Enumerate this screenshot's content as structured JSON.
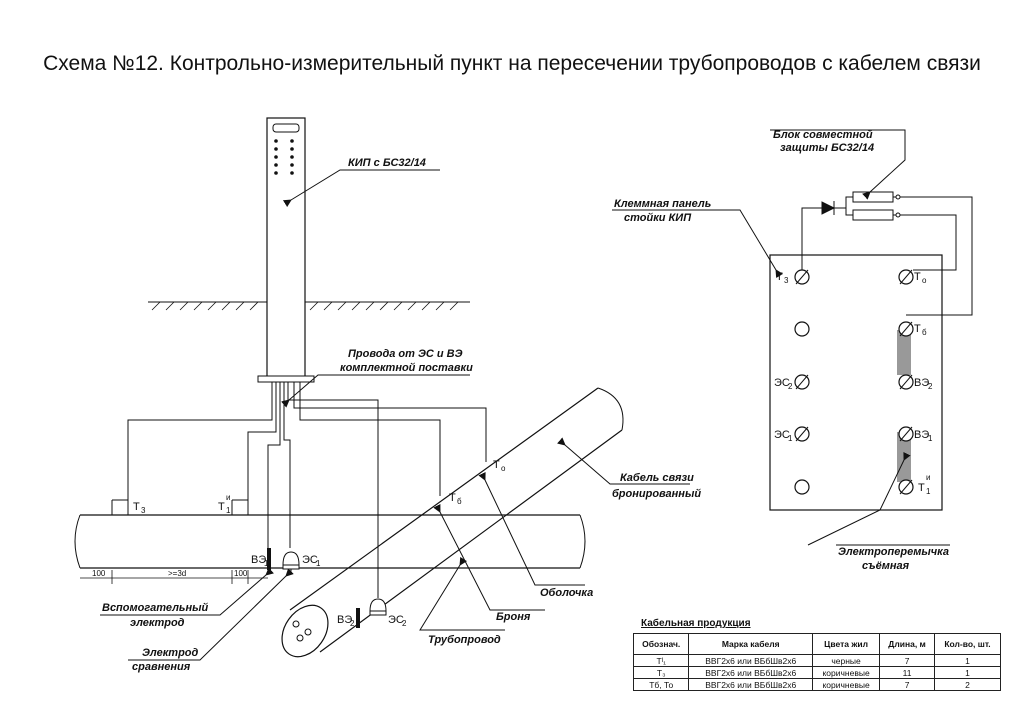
{
  "title": "Схема №12. Контрольно-измерительный пункт на пересечении трубопроводов с кабелем связи",
  "labels": {
    "kip": "КИП с БС32/14",
    "wires": "Провода от ЭС и ВЭ комплектной поставки",
    "cable": "Кабель связи бронированный",
    "sheath": "Оболочка",
    "armor": "Броня",
    "pipeline": "Трубопровод",
    "aux_electrode": "Вспомогательный электрод",
    "ref_electrode": "Электрод сравнения",
    "block": "Блок совместной защиты БС32/14",
    "terminal_panel": "Клеммная панель стойки КИП",
    "jumper": "Электроперемычка съёмная"
  },
  "marks": {
    "t3": "Т",
    "t3_sub": "3",
    "t1": "Т",
    "t1_sub": "1",
    "t1_sup": "и",
    "ve1": "ВЭ",
    "ve1_sub": "1",
    "es1": "ЭС",
    "es1_sub": "1",
    "ve2": "ВЭ",
    "ve2_sub": "2",
    "es2": "ЭС",
    "es2_sub": "2",
    "to": "Т",
    "to_sub": "о",
    "tb": "Т",
    "tb_sub": "б"
  },
  "dims": {
    "left": "100",
    "mid": ">=3d",
    "right": "100"
  },
  "panel": {
    "t3": "Т",
    "t3_sub": "3",
    "to": "Т",
    "to_sub": "о",
    "tb": "Т",
    "tb_sub": "б",
    "es2": "ЭС",
    "es2_sub": "2",
    "ve2": "ВЭ",
    "ve2_sub": "2",
    "es1": "ЭС",
    "es1_sub": "1",
    "ve1": "ВЭ",
    "ve1_sub": "1",
    "t1": "Т",
    "t1_sub": "1",
    "t1_sup": "и"
  },
  "table": {
    "title": "Кабельная продукция",
    "headers": [
      "Обознач.",
      "Марка кабеля",
      "Цвета жил",
      "Длина, м",
      "Кол-во, шт."
    ],
    "rows": [
      [
        "Тᴵ₁",
        "ВВГ2х6 или ВБбШв2х6",
        "черные",
        "7",
        "1"
      ],
      [
        "Т₃",
        "ВВГ2х6 или ВБбШв2х6",
        "коричневые",
        "11",
        "1"
      ],
      [
        "Тб, То",
        "ВВГ2х6 или ВБбШв2х6",
        "коричневые",
        "7",
        "2"
      ]
    ]
  }
}
